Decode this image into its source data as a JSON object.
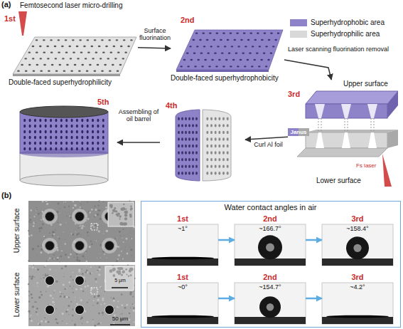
{
  "diagram": {
    "nodes": [
      {
        "text": [
          "Femtosecond laser micro-drilling",
          "1st",
          "Double-faced superhydrophilicity"
        ]
      },
      {
        "text": [
          "2nd",
          "Double-faced superhydrophobicity"
        ]
      },
      {
        "text": [
          "Upper surface",
          "3rd",
          "Janus",
          "Lower surface",
          "Fs laser"
        ]
      },
      {
        "text": [
          "4th"
        ]
      },
      {
        "text": [
          "5th"
        ]
      },
      {
        "text": [
          "Water contact angles in air"
        ]
      },
      {
        "text": [
          "1st",
          "~1°"
        ],
        "in": 5
      },
      {
        "text": [
          "2nd",
          "~166.7°"
        ],
        "in": 5
      },
      {
        "text": [
          "3rd",
          "~158.4°"
        ],
        "in": 5
      },
      {
        "text": [
          "1st",
          "~0°"
        ],
        "in": 5
      },
      {
        "text": [
          "2nd",
          "~154.7°"
        ],
        "in": 5
      },
      {
        "text": [
          "3rd",
          "~4.2°"
        ],
        "in": 5
      }
    ],
    "edges": [
      {
        "from": 0,
        "to": 1,
        "arrow": "to",
        "label": "Surface fluorination"
      },
      {
        "from": 1,
        "to": 2,
        "arrow": "to",
        "label": "Laser scanning fluorination removal"
      },
      {
        "from": 2,
        "to": 3,
        "arrow": "to",
        "label": "Curl Al foil"
      },
      {
        "from": 3,
        "to": 4,
        "arrow": "to",
        "label": "Assembling of oil barrel"
      },
      {
        "from": 6,
        "to": 7,
        "arrow": "to"
      },
      {
        "from": 7,
        "to": 8,
        "arrow": "to"
      },
      {
        "from": 9,
        "to": 10,
        "arrow": "to"
      },
      {
        "from": 10,
        "to": 11,
        "arrow": "to"
      }
    ],
    "labels": [
      "(a)",
      "(b)",
      "Upper surface",
      "Lower surface",
      "5 μm",
      "50 μm"
    ],
    "legend": [
      {
        "text": "Superhydrophobic area",
        "color": "#8e82c9"
      },
      {
        "text": "Superhydrophilic area",
        "color": "#d8d8d8"
      }
    ]
  }
}
